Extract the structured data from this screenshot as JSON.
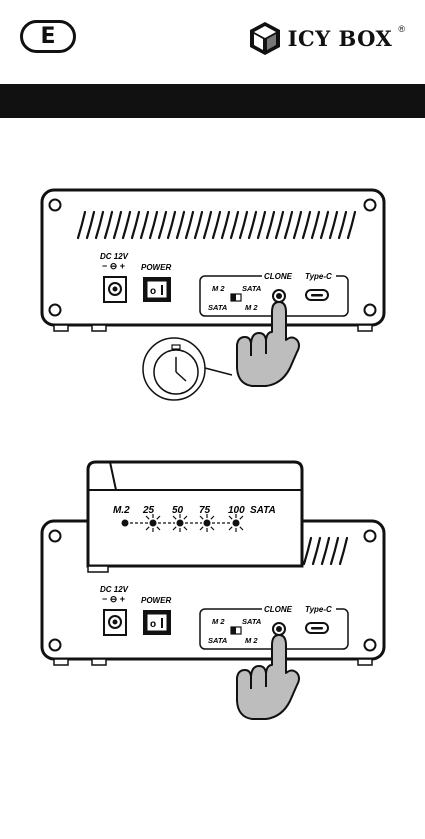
{
  "header": {
    "language_letter": "E",
    "brand_name": "ICY BOX",
    "brand_registered": "®"
  },
  "figure1": {
    "dc_label": "DC 12V",
    "dc_polarity": "− ⊖ +",
    "power_label": "POWER",
    "clone_label": "CLONE",
    "typec_label": "Type-C",
    "switch_top_left": "M 2",
    "switch_top_right": "SATA",
    "switch_bottom_left": "SATA",
    "switch_bottom_right": "M 2"
  },
  "figure2": {
    "led_left_label": "M.2",
    "led_percent_1": "25",
    "led_percent_2": "50",
    "led_percent_3": "75",
    "led_percent_4": "100",
    "led_right_label": "SATA",
    "dc_label": "DC 12V",
    "dc_polarity": "− ⊖ +",
    "power_label": "POWER",
    "clone_label": "CLONE",
    "typec_label": "Type-C",
    "switch_top_left": "M 2",
    "switch_top_right": "SATA",
    "switch_bottom_left": "SATA",
    "switch_bottom_right": "M 2"
  }
}
